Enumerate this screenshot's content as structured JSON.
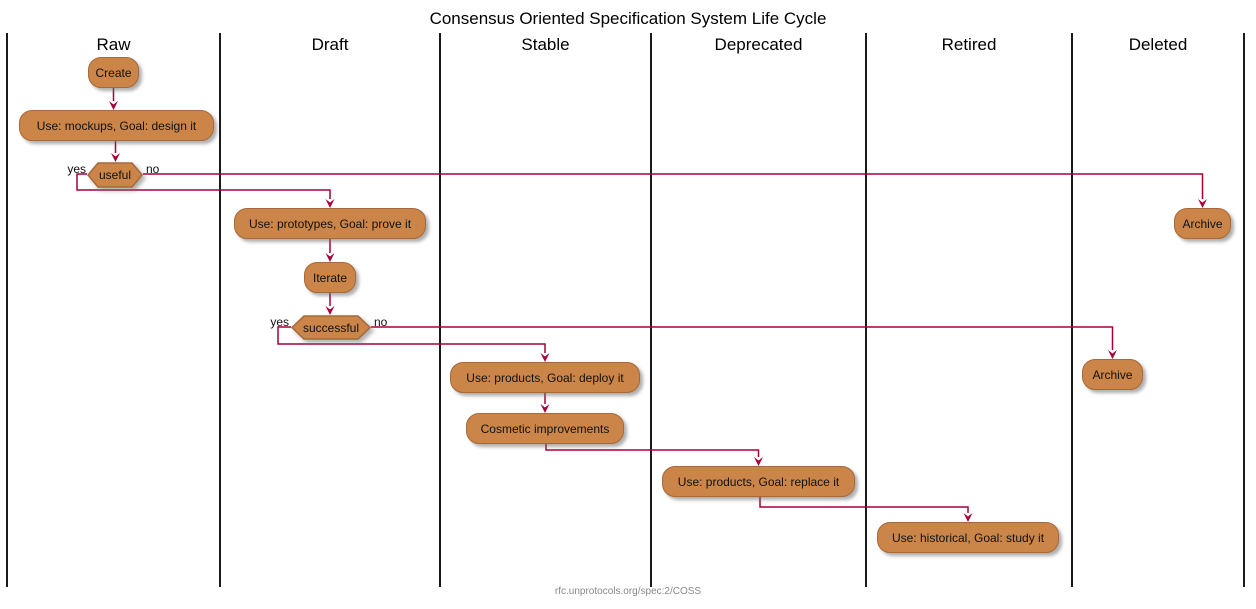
{
  "title": "Consensus Oriented Specification System Life Cycle",
  "footer": "rfc.unprotocols.org/spec:2/COSS",
  "colors": {
    "node_fill": "#CB8548",
    "node_border": "#A5693B",
    "arrow": "#A80036",
    "lane_line": "#1a1a1a",
    "footer_text": "#888888"
  },
  "lanes": [
    {
      "label": "Raw"
    },
    {
      "label": "Draft"
    },
    {
      "label": "Stable"
    },
    {
      "label": "Deprecated"
    },
    {
      "label": "Retired"
    },
    {
      "label": "Deleted"
    }
  ],
  "nodes": [
    {
      "id": "create",
      "lane": "Raw",
      "label": "Create"
    },
    {
      "id": "mockups",
      "lane": "Raw",
      "label": "Use: mockups, Goal: design it"
    },
    {
      "id": "prototypes",
      "lane": "Draft",
      "label": "Use: prototypes, Goal: prove it"
    },
    {
      "id": "iterate",
      "lane": "Draft",
      "label": "Iterate"
    },
    {
      "id": "deploy",
      "lane": "Stable",
      "label": "Use: products, Goal: deploy it"
    },
    {
      "id": "cosmetic",
      "lane": "Stable",
      "label": "Cosmetic improvements"
    },
    {
      "id": "replace",
      "lane": "Deprecated",
      "label": "Use: products, Goal: replace it"
    },
    {
      "id": "historical",
      "lane": "Retired",
      "label": "Use: historical, Goal: study it"
    },
    {
      "id": "archive1",
      "lane": "Deleted",
      "label": "Archive"
    },
    {
      "id": "archive2",
      "lane": "Deleted",
      "label": "Archive"
    }
  ],
  "decisions": [
    {
      "id": "useful",
      "lane": "Raw",
      "label": "useful",
      "yes": "yes",
      "no": "no"
    },
    {
      "id": "successful",
      "lane": "Draft",
      "label": "successful",
      "yes": "yes",
      "no": "no"
    }
  ],
  "edges": [
    {
      "from": "create",
      "to": "mockups"
    },
    {
      "from": "mockups",
      "to": "useful"
    },
    {
      "from": "useful",
      "branch": "no",
      "to": "archive1"
    },
    {
      "from": "useful",
      "branch": "yes",
      "to": "prototypes"
    },
    {
      "from": "prototypes",
      "to": "iterate"
    },
    {
      "from": "iterate",
      "to": "successful"
    },
    {
      "from": "successful",
      "branch": "no",
      "to": "archive2"
    },
    {
      "from": "successful",
      "branch": "yes",
      "to": "deploy"
    },
    {
      "from": "deploy",
      "to": "cosmetic"
    },
    {
      "from": "cosmetic",
      "to": "replace"
    },
    {
      "from": "replace",
      "to": "historical"
    }
  ]
}
